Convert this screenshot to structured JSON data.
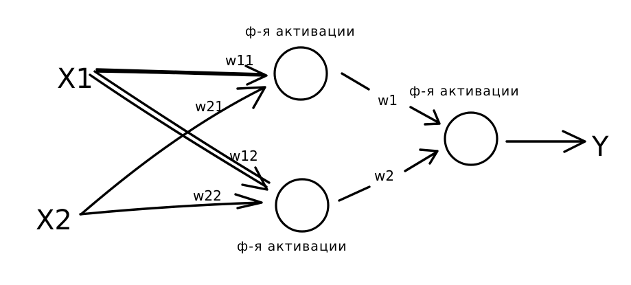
{
  "inputs": {
    "x1": "X1",
    "x2": "X2"
  },
  "output": {
    "y": "Y"
  },
  "weights": {
    "w11": "w11",
    "w21": "w21",
    "w12": "w12",
    "w22": "w22",
    "w1": "w1",
    "w2": "w2"
  },
  "activations": {
    "top": "ф-я активации",
    "bottom": "ф-я активации",
    "output": "ф-я активации"
  }
}
